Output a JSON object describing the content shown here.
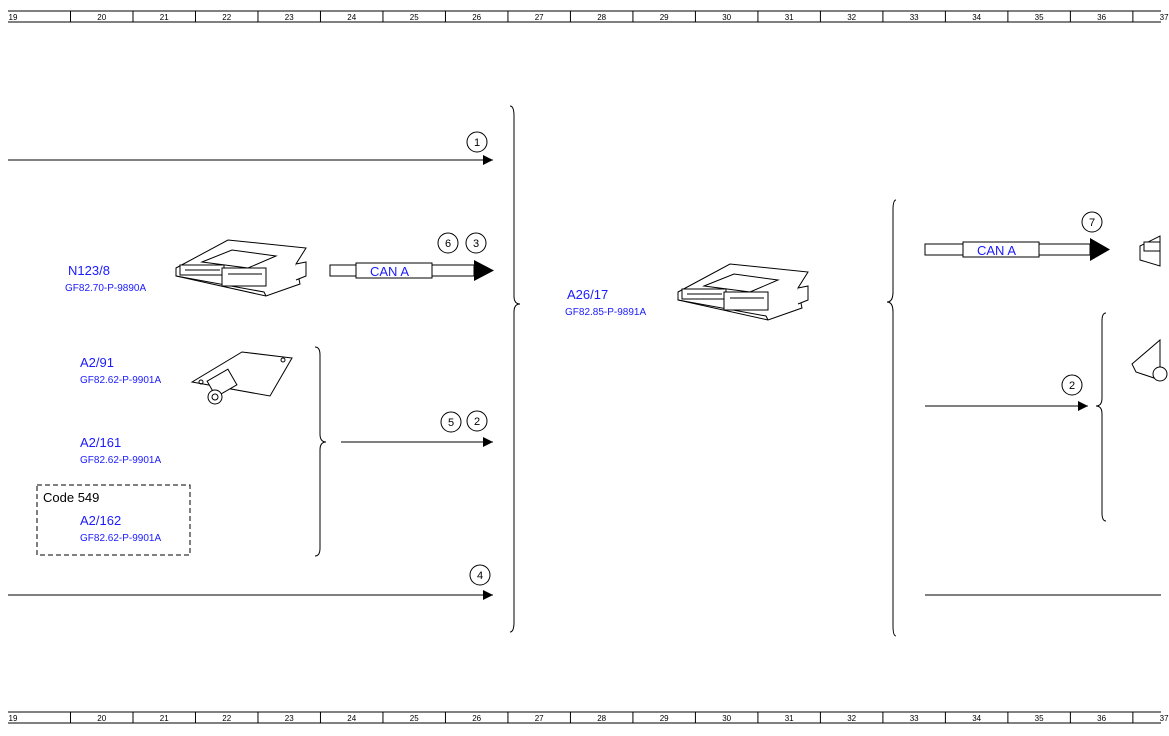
{
  "ruler": {
    "labels": [
      "19",
      "20",
      "21",
      "22",
      "23",
      "24",
      "25",
      "26",
      "27",
      "28",
      "29",
      "30",
      "31",
      "32",
      "33",
      "34",
      "35",
      "36",
      "37"
    ]
  },
  "components": {
    "n123_8": {
      "name": "N123/8",
      "doc": "GF82.70-P-9890A"
    },
    "a2_91": {
      "name": "A2/91",
      "doc": "GF82.62-P-9901A"
    },
    "a2_161": {
      "name": "A2/161",
      "doc": "GF82.62-P-9901A"
    },
    "a2_162": {
      "name": "A2/162",
      "doc": "GF82.62-P-9901A"
    },
    "a26_17": {
      "name": "A26/17",
      "doc": "GF82.85-P-9891A"
    }
  },
  "code_box": {
    "label": "Code 549"
  },
  "can_labels": {
    "left": "CAN A",
    "right": "CAN A"
  },
  "markers": {
    "m1": "1",
    "m6": "6",
    "m3": "3",
    "m5": "5",
    "m2": "2",
    "m4": "4",
    "m7": "7",
    "m2b": "2"
  }
}
